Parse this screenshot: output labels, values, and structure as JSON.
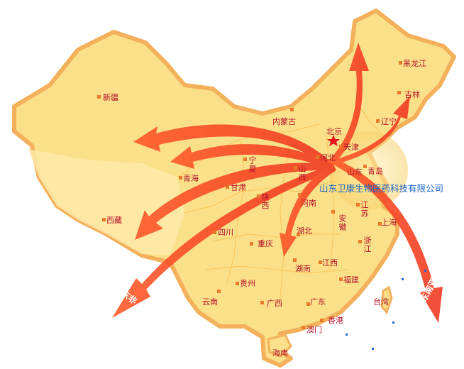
{
  "map": {
    "company": "山东卫康生物医药科技有限公司",
    "provinces": {
      "xinjiang": "新疆",
      "xizang": "西藏",
      "qinghai": "青海",
      "gansu": "甘肃",
      "neimenggu": "内蒙古",
      "heilongjiang": "黑龙江",
      "jilin": "吉林",
      "liaoning": "辽宁",
      "beijing": "北京",
      "tianjin": "天津",
      "hebei": "河北",
      "shanxi": "山西",
      "ningxia": "宁夏",
      "shaanxi": "陕西",
      "henan": "河南",
      "shandong": "山东",
      "qingdao": "青岛",
      "jiangsu": "江苏",
      "anhui": "安徽",
      "shanghai": "上海",
      "hubei": "湖北",
      "sichuan": "四川",
      "chongqing": "重庆",
      "zhejiang": "浙江",
      "hunan": "湖南",
      "jiangxi": "江西",
      "guizhou": "贵州",
      "yunnan": "云南",
      "guangxi": "广西",
      "guangdong": "广东",
      "fujian": "福建",
      "taiwan": "台湾",
      "hongkong": "香港",
      "macau": "澳门",
      "hainan": "海南"
    },
    "arrows": {
      "africa": "东非",
      "southeast_asia": "东南亚"
    },
    "colors": {
      "land": "#fbe08a",
      "west": "#fce7a5",
      "border": "#f4b05a",
      "arrow": "#f03a22",
      "label": "#b3122a",
      "company": "#1a64c8"
    }
  }
}
